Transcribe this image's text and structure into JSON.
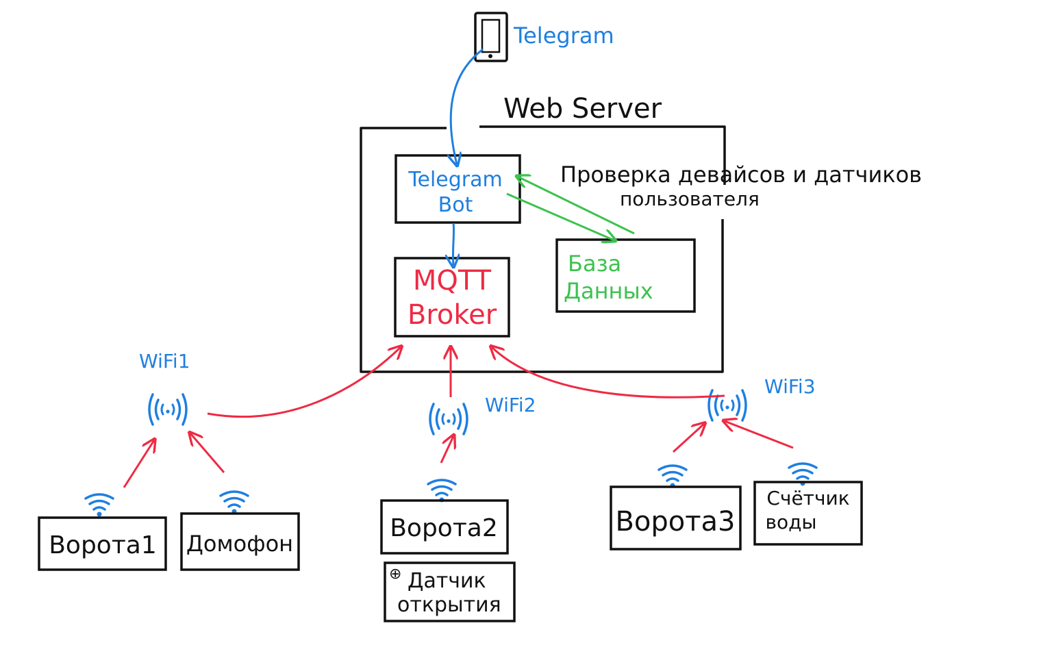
{
  "colors": {
    "blue": "#1e7fe0",
    "red": "#ee2a44",
    "green": "#3cc24e",
    "black": "#111111"
  },
  "phone": {
    "label": "Telegram",
    "icon": "smartphone-icon"
  },
  "web_server": {
    "title": "Web Server"
  },
  "telegram_bot": {
    "line1": "Telegram",
    "line2": "Bot"
  },
  "mqtt_broker": {
    "line1": "MQTT",
    "line2": "Broker"
  },
  "database": {
    "line1": "База",
    "line2": "Данных"
  },
  "check_note": {
    "line1": "Проверка девайсов и датчиков",
    "line2": "пользователя"
  },
  "wifi": [
    {
      "label": "WiFi1",
      "icon": "wifi-access-point-icon"
    },
    {
      "label": "WiFi2",
      "icon": "wifi-access-point-icon"
    },
    {
      "label": "WiFi3",
      "icon": "wifi-access-point-icon"
    }
  ],
  "devices": {
    "gate1": "Ворота1",
    "intercom": "Домофон",
    "gate2": "Ворота2",
    "open_sensor": {
      "prefix": "⊕",
      "line1": "Датчик",
      "line2": "открытия"
    },
    "gate3": "Ворота3",
    "water_meter": {
      "line1": "Счётчик",
      "line2": "воды"
    }
  }
}
